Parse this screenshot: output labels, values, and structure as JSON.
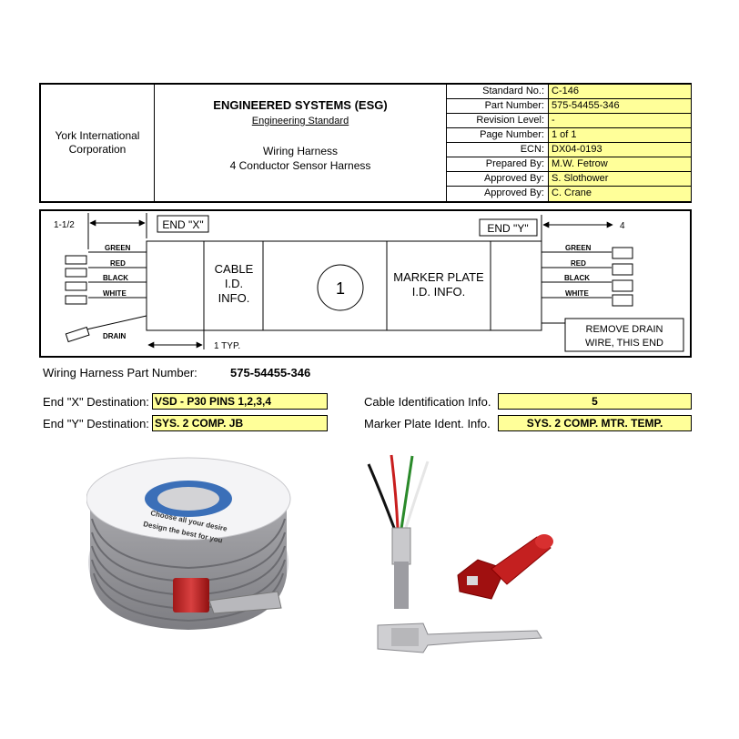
{
  "header": {
    "company_line1": "York International",
    "company_line2": "Corporation",
    "title": "ENGINEERED SYSTEMS (ESG)",
    "subtitle": "Engineering Standard",
    "description_line1": "Wiring Harness",
    "description_line2": "4 Conductor Sensor Harness",
    "properties": [
      {
        "label": "Standard No.:",
        "value": "C-146"
      },
      {
        "label": "Part Number:",
        "value": "575-54455-346"
      },
      {
        "label": "Revision Level:",
        "value": "-"
      },
      {
        "label": "Page Number:",
        "value": "1 of 1"
      },
      {
        "label": "ECN:",
        "value": "DX04-0193"
      },
      {
        "label": "Prepared By:",
        "value": "M.W. Fetrow"
      },
      {
        "label": "Approved By:",
        "value": "S. Slothower"
      },
      {
        "label": "Approved By:",
        "value": "C. Crane"
      }
    ]
  },
  "diagram": {
    "dim_left": "1-1/2",
    "dim_right": "4",
    "end_x": "END \"X\"",
    "end_y": "END \"Y\"",
    "wires_left": [
      "GREEN",
      "RED",
      "BLACK",
      "WHITE"
    ],
    "drain": "DRAIN",
    "wires_right": [
      "GREEN",
      "RED",
      "BLACK",
      "WHITE"
    ],
    "cable_id_line1": "CABLE",
    "cable_id_line2": "I.D.",
    "cable_id_line3": "INFO.",
    "circle_number": "1",
    "marker_line1": "MARKER PLATE",
    "marker_line2": "I.D. INFO.",
    "typ": "1 TYP.",
    "note_line1": "REMOVE DRAIN",
    "note_line2": "WIRE, THIS END"
  },
  "part": {
    "label": "Wiring Harness Part Number:",
    "value": "575-54455-346"
  },
  "fields": {
    "end_x_label": "End \"X\" Destination:",
    "end_x_value": "VSD - P30 PINS 1,2,3,4",
    "end_y_label": "End \"Y\" Destination:",
    "end_y_value": "SYS. 2 COMP. JB",
    "cable_label": "Cable Identification Info.",
    "cable_value": "5",
    "marker_label": "Marker Plate Ident. Info.",
    "marker_value": "SYS. 2 COMP. MTR. TEMP."
  },
  "photos": {
    "spool_text_1": "Choose all your desire",
    "spool_text_2": "Design the best for you"
  }
}
